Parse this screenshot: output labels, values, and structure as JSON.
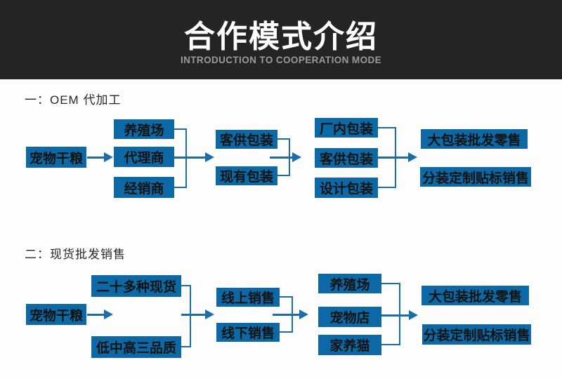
{
  "header": {
    "title": "合作模式介绍",
    "subtitle": "INTRODUCTION TO COOPERATION MODE"
  },
  "colors": {
    "banner_bg": "#242424",
    "subtitle_gray": "#9a9a9a",
    "box_blue": "#0c69a6",
    "line_blue": "#1c6da6",
    "text_dark": "#141414"
  },
  "section1": {
    "title": "一：OEM 代加工",
    "source": "宠物干粮",
    "channels": [
      "养殖场",
      "代理商",
      "经销商"
    ],
    "packaging_options": [
      "客供包装",
      "现有包装"
    ],
    "packaging_types": [
      "厂内包装",
      "客供包装",
      "设计包装"
    ],
    "sales_modes": [
      "大包装批发零售",
      "分装定制贴标销售"
    ]
  },
  "section2": {
    "title": "二：现货批发销售",
    "source": "宠物干粮",
    "products": [
      "二十多种现货",
      "低中高三品质"
    ],
    "sales_channels": [
      "线上销售",
      "线下销售"
    ],
    "customers": [
      "养殖场",
      "宠物店",
      "家养猫"
    ],
    "sales_modes": [
      "大包装批发零售",
      "分装定制贴标销售"
    ]
  }
}
